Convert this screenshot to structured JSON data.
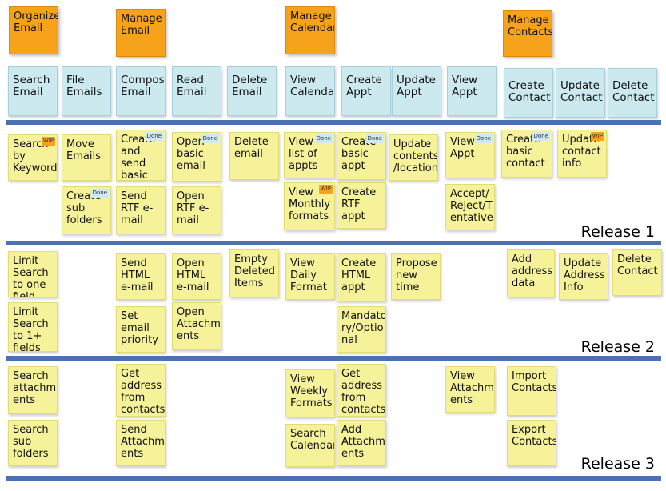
{
  "activities": [
    {
      "label": "Organize Email"
    },
    {
      "label": "Manage Email"
    },
    {
      "label": "Manage Calendar"
    },
    {
      "label": "Manage Contacts"
    }
  ],
  "tasks": [
    {
      "label": "Search Email"
    },
    {
      "label": "File Emails"
    },
    {
      "label": "Compose Email"
    },
    {
      "label": "Read Email"
    },
    {
      "label": "Delete Email"
    },
    {
      "label": "View Calendar"
    },
    {
      "label": "Create Appt"
    },
    {
      "label": "Update Appt"
    },
    {
      "label": "View Appt"
    },
    {
      "label": "Create Contact"
    },
    {
      "label": "Update Contact"
    },
    {
      "label": "Delete Contact"
    }
  ],
  "releases": [
    {
      "label": "Release 1",
      "stories": [
        {
          "label": "Search by Keyword",
          "status": "WIP"
        },
        {
          "label": "Move Emails",
          "status": ""
        },
        {
          "label": "Create and send basic email",
          "status": "Done"
        },
        {
          "label": "Open basic email",
          "status": "Done"
        },
        {
          "label": "Delete email",
          "status": ""
        },
        {
          "label": "View list of appts",
          "status": "Done"
        },
        {
          "label": "Create basic appt",
          "status": "Done"
        },
        {
          "label": "Update contents /location",
          "status": ""
        },
        {
          "label": "View Appt",
          "status": "Done"
        },
        {
          "label": "Create basic contact",
          "status": "Done"
        },
        {
          "label": "Update contact info",
          "status": "WIP"
        },
        {
          "label": "Create sub folders",
          "status": "Done"
        },
        {
          "label": "Send RTF e-mail",
          "status": ""
        },
        {
          "label": "Open RTF e-mail",
          "status": ""
        },
        {
          "label": "View Monthly formats",
          "status": "WIP"
        },
        {
          "label": "Create RTF appt",
          "status": ""
        },
        {
          "label": "Accept/ Reject/T entative",
          "status": ""
        }
      ]
    },
    {
      "label": "Release 2",
      "stories": [
        {
          "label": "Limit Search to one field"
        },
        {
          "label": "Send HTML e-mail"
        },
        {
          "label": "Open HTML e-mail"
        },
        {
          "label": "Empty Deleted Items"
        },
        {
          "label": "View Daily Format"
        },
        {
          "label": "Create HTML appt"
        },
        {
          "label": "Propose new time"
        },
        {
          "label": "Add address data"
        },
        {
          "label": "Update Address Info"
        },
        {
          "label": "Delete Contact"
        },
        {
          "label": "Limit Search to 1+ fields"
        },
        {
          "label": "Set email priority"
        },
        {
          "label": "Open Attachm ents"
        },
        {
          "label": "Mandato ry/Optio nal"
        }
      ]
    },
    {
      "label": "Release 3",
      "stories": [
        {
          "label": "Search attachm ents"
        },
        {
          "label": "Get address from contacts"
        },
        {
          "label": "View Weekly Formats"
        },
        {
          "label": "Get address from contacts"
        },
        {
          "label": "View Attachm ents"
        },
        {
          "label": "Import Contacts"
        },
        {
          "label": "Search sub folders"
        },
        {
          "label": "Send Attachm ents"
        },
        {
          "label": "Search Calendar"
        },
        {
          "label": "Add Attachm ents"
        },
        {
          "label": "Export Contacts"
        }
      ]
    }
  ],
  "colors": {
    "activity": "#f7a21b",
    "task": "#cde9f0",
    "story": "#f6f29a",
    "release_bar": "#4a72b3",
    "done_tag": "#cde9f5",
    "wip_tag": "#f7a21b"
  }
}
